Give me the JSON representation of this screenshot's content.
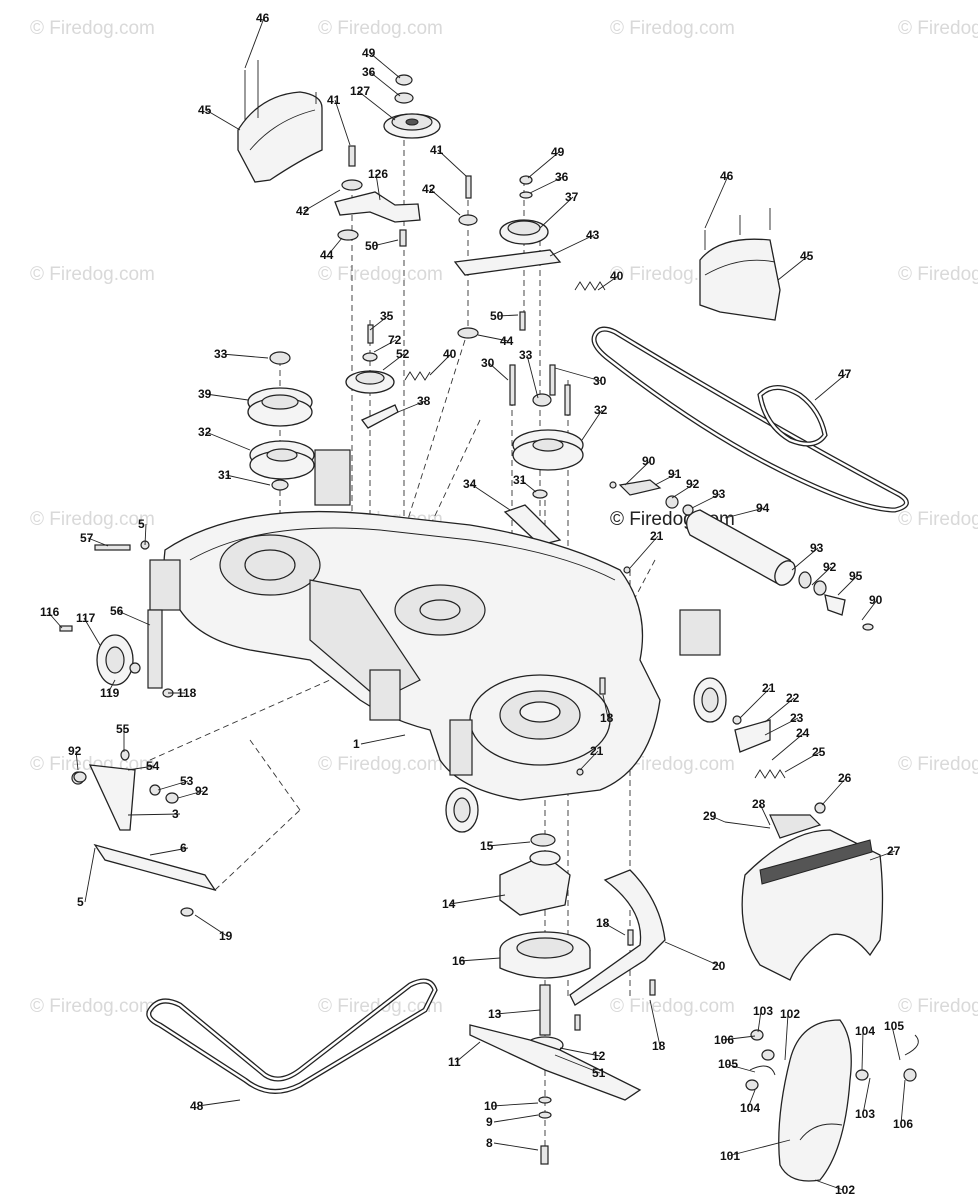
{
  "header": {
    "top_text": ""
  },
  "watermark": {
    "text": "© Firedog.com",
    "center_text": "© Firedog.com"
  },
  "callouts": [
    {
      "id": "c46a",
      "text": "46"
    },
    {
      "id": "c45a",
      "text": "45"
    },
    {
      "id": "c49a",
      "text": "49"
    },
    {
      "id": "c36a",
      "text": "36"
    },
    {
      "id": "c127",
      "text": "127"
    },
    {
      "id": "c41a",
      "text": "41"
    },
    {
      "id": "c126",
      "text": "126"
    },
    {
      "id": "c42a",
      "text": "42"
    },
    {
      "id": "c44a",
      "text": "44"
    },
    {
      "id": "c50a",
      "text": "50"
    },
    {
      "id": "c41b",
      "text": "41"
    },
    {
      "id": "c42b",
      "text": "42"
    },
    {
      "id": "c49b",
      "text": "49"
    },
    {
      "id": "c36b",
      "text": "36"
    },
    {
      "id": "c37",
      "text": "37"
    },
    {
      "id": "c43",
      "text": "43"
    },
    {
      "id": "c40a",
      "text": "40"
    },
    {
      "id": "c50b",
      "text": "50"
    },
    {
      "id": "c44b",
      "text": "44"
    },
    {
      "id": "c46b",
      "text": "46"
    },
    {
      "id": "c45b",
      "text": "45"
    },
    {
      "id": "c35",
      "text": "35"
    },
    {
      "id": "c72",
      "text": "72"
    },
    {
      "id": "c52",
      "text": "52"
    },
    {
      "id": "c40b",
      "text": "40"
    },
    {
      "id": "c38",
      "text": "38"
    },
    {
      "id": "c33a",
      "text": "33"
    },
    {
      "id": "c39",
      "text": "39"
    },
    {
      "id": "c32a",
      "text": "32"
    },
    {
      "id": "c31a",
      "text": "31"
    },
    {
      "id": "c30a",
      "text": "30"
    },
    {
      "id": "c33b",
      "text": "33"
    },
    {
      "id": "c30b",
      "text": "30"
    },
    {
      "id": "c32b",
      "text": "32"
    },
    {
      "id": "c47",
      "text": "47"
    },
    {
      "id": "c90a",
      "text": "90"
    },
    {
      "id": "c91",
      "text": "91"
    },
    {
      "id": "c92a",
      "text": "92"
    },
    {
      "id": "c93a",
      "text": "93"
    },
    {
      "id": "c94",
      "text": "94"
    },
    {
      "id": "c34",
      "text": "34"
    },
    {
      "id": "c31b",
      "text": "31"
    },
    {
      "id": "c21a",
      "text": "21"
    },
    {
      "id": "c93b",
      "text": "93"
    },
    {
      "id": "c92b",
      "text": "92"
    },
    {
      "id": "c95",
      "text": "95"
    },
    {
      "id": "c90b",
      "text": "90"
    },
    {
      "id": "c5a",
      "text": "5"
    },
    {
      "id": "c57",
      "text": "57"
    },
    {
      "id": "c56",
      "text": "56"
    },
    {
      "id": "c116",
      "text": "116"
    },
    {
      "id": "c117",
      "text": "117"
    },
    {
      "id": "c119",
      "text": "119"
    },
    {
      "id": "c118",
      "text": "118"
    },
    {
      "id": "c18a",
      "text": "18"
    },
    {
      "id": "c21b",
      "text": "21"
    },
    {
      "id": "c22",
      "text": "22"
    },
    {
      "id": "c23",
      "text": "23"
    },
    {
      "id": "c24",
      "text": "24"
    },
    {
      "id": "c25",
      "text": "25"
    },
    {
      "id": "c21c",
      "text": "21"
    },
    {
      "id": "c26",
      "text": "26"
    },
    {
      "id": "c1",
      "text": "1"
    },
    {
      "id": "c55",
      "text": "55"
    },
    {
      "id": "c92c",
      "text": "92"
    },
    {
      "id": "c54",
      "text": "54"
    },
    {
      "id": "c53",
      "text": "53"
    },
    {
      "id": "c92d",
      "text": "92"
    },
    {
      "id": "c3",
      "text": "3"
    },
    {
      "id": "c28",
      "text": "28"
    },
    {
      "id": "c29",
      "text": "29"
    },
    {
      "id": "c27",
      "text": "27"
    },
    {
      "id": "c6",
      "text": "6"
    },
    {
      "id": "c15",
      "text": "15"
    },
    {
      "id": "c5b",
      "text": "5"
    },
    {
      "id": "c14",
      "text": "14"
    },
    {
      "id": "c19",
      "text": "19"
    },
    {
      "id": "c18b",
      "text": "18"
    },
    {
      "id": "c16",
      "text": "16"
    },
    {
      "id": "c20",
      "text": "20"
    },
    {
      "id": "c13",
      "text": "13"
    },
    {
      "id": "c18c",
      "text": "18"
    },
    {
      "id": "c11",
      "text": "11"
    },
    {
      "id": "c12",
      "text": "12"
    },
    {
      "id": "c51",
      "text": "51"
    },
    {
      "id": "c48",
      "text": "48"
    },
    {
      "id": "c10",
      "text": "10"
    },
    {
      "id": "c9",
      "text": "9"
    },
    {
      "id": "c8",
      "text": "8"
    },
    {
      "id": "c103a",
      "text": "103"
    },
    {
      "id": "c102a",
      "text": "102"
    },
    {
      "id": "c106a",
      "text": "106"
    },
    {
      "id": "c104a",
      "text": "104"
    },
    {
      "id": "c105a",
      "text": "105"
    },
    {
      "id": "c105b",
      "text": "105"
    },
    {
      "id": "c104b",
      "text": "104"
    },
    {
      "id": "c103b",
      "text": "103"
    },
    {
      "id": "c106b",
      "text": "106"
    },
    {
      "id": "c101",
      "text": "101"
    },
    {
      "id": "c102b",
      "text": "102"
    }
  ]
}
